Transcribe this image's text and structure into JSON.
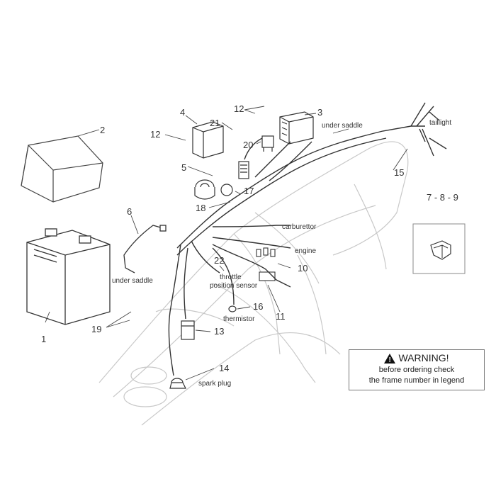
{
  "callouts": {
    "n1": "1",
    "n2": "2",
    "n3": "3",
    "n4": "4",
    "n5": "5",
    "n6": "6",
    "n789": "7 - 8 - 9",
    "n10": "10",
    "n11": "11",
    "n12a": "12",
    "n12b": "12",
    "n13": "13",
    "n14": "14",
    "n15": "15",
    "n16": "16",
    "n17": "17",
    "n18": "18",
    "n19": "19",
    "n20": "20",
    "n21": "21",
    "n22": "22"
  },
  "labels": {
    "under_saddle_top": "under saddle",
    "under_saddle_left": "under saddle",
    "taillight": "taillight",
    "carburettor": "carburettor",
    "engine": "engine",
    "throttle": "throttle",
    "position_sensor": "position sensor",
    "thermistor": "thermistor",
    "spark_plug": "spark plug"
  },
  "warning": {
    "title": "WARNING!",
    "line1": "before ordering check",
    "line2": "the frame number in legend"
  }
}
